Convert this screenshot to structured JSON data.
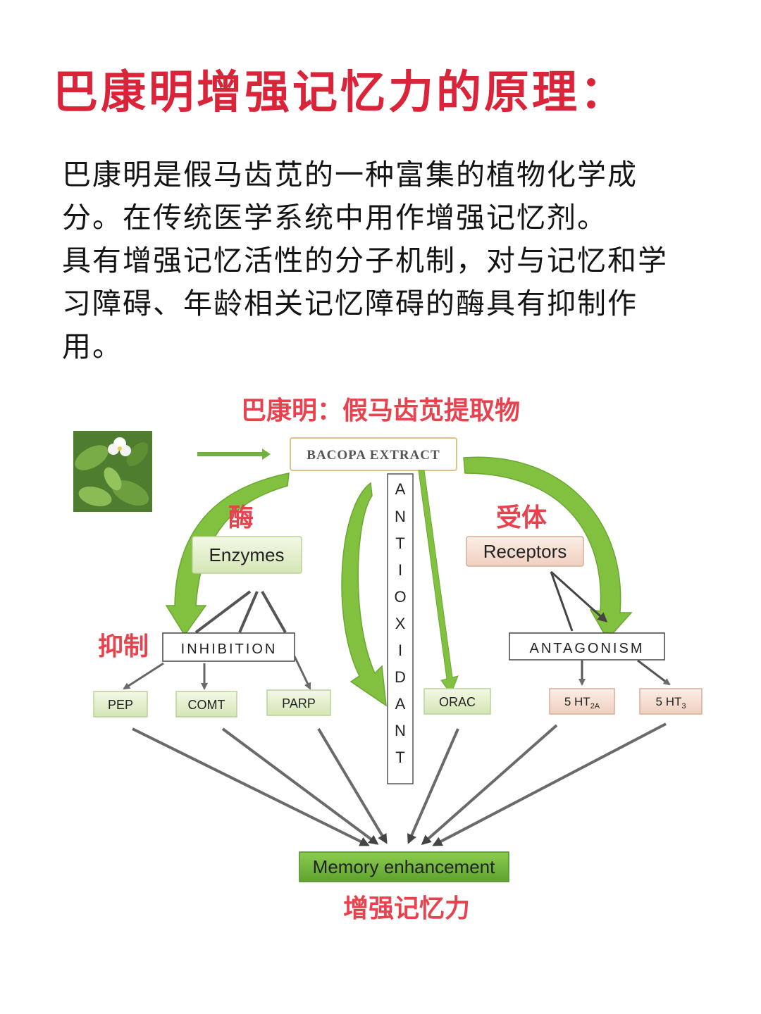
{
  "title": "巴康明增强记忆力的原理：",
  "intro": [
    "巴康明是假马齿苋的一种富集的植物化学成分。在传统医学系统中用作增强记忆剂。",
    "具有增强记忆活性的分子机制，对与记忆和学习障碍、年龄相关记忆障碍的酶具有抑制作用。"
  ],
  "diagram": {
    "header_zh": "巴康明：假马齿苋提取物",
    "source": "BACOPA EXTRACT",
    "antioxidant": [
      "A",
      "N",
      "T",
      "I",
      "O",
      "X",
      "I",
      "D",
      "A",
      "N",
      "T"
    ],
    "enzymes_zh": "酶",
    "enzymes": "Enzymes",
    "receptors_zh": "受体",
    "receptors": "Receptors",
    "inhibition_zh": "抑制",
    "inhibition": "INHIBITION",
    "antagonism": "ANTAGONISM",
    "targets": [
      "PEP",
      "COMT",
      "PARP",
      "ORAC"
    ],
    "receptor_targets": [
      {
        "base": "5 HT",
        "sub": "2A"
      },
      {
        "base": "5 HT",
        "sub": "3"
      }
    ],
    "outcome": "Memory enhancement",
    "outcome_zh": "增强记忆力"
  },
  "colors": {
    "accent_red": "#d9243a",
    "label_red": "#e8424e",
    "arrow_green": "#7fbf3a",
    "green_box": "#6fb23c",
    "receptor_box": "#f3d9cc"
  }
}
